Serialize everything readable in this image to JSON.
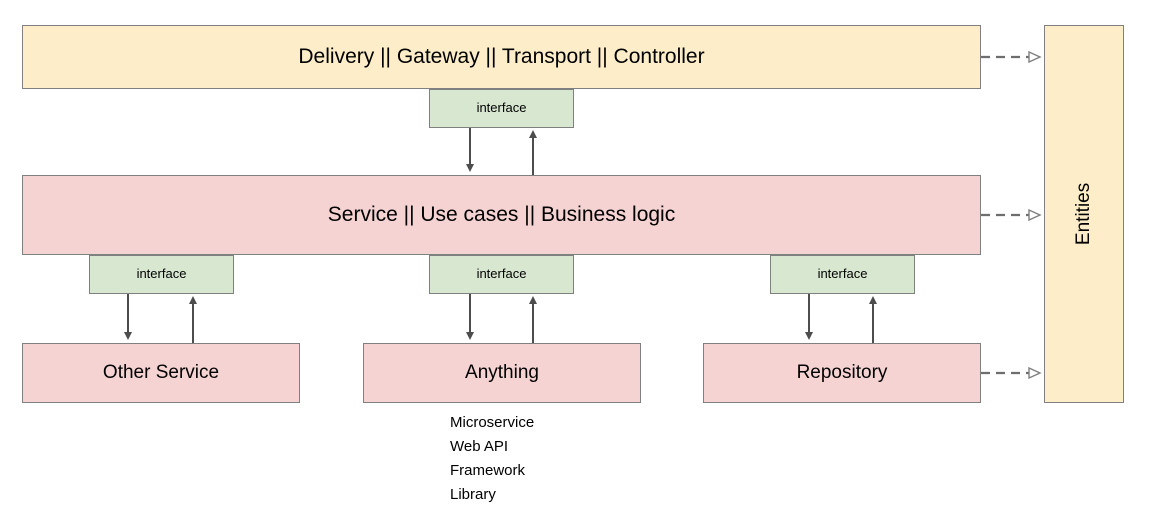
{
  "diagram": {
    "title_layer": {
      "label": "Delivery || Gateway || Transport || Controller"
    },
    "service_layer": {
      "label": "Service || Use cases || Business logic"
    },
    "entities": {
      "label": "Entities"
    },
    "interfaces": {
      "top": "interface",
      "left": "interface",
      "center": "interface",
      "right": "interface"
    },
    "bottom_boxes": [
      {
        "label": "Other Service"
      },
      {
        "label": "Anything"
      },
      {
        "label": "Repository"
      }
    ],
    "anything_notes": [
      "Microservice",
      "Web API",
      "Framework",
      "Library"
    ],
    "colors": {
      "yellow_fill": "#fdeec9",
      "pink_fill": "#f6d3d3",
      "green_fill": "#d8e8d0",
      "stroke": "#808080",
      "arrow": "#4d4d4d",
      "text": "#000000"
    }
  }
}
